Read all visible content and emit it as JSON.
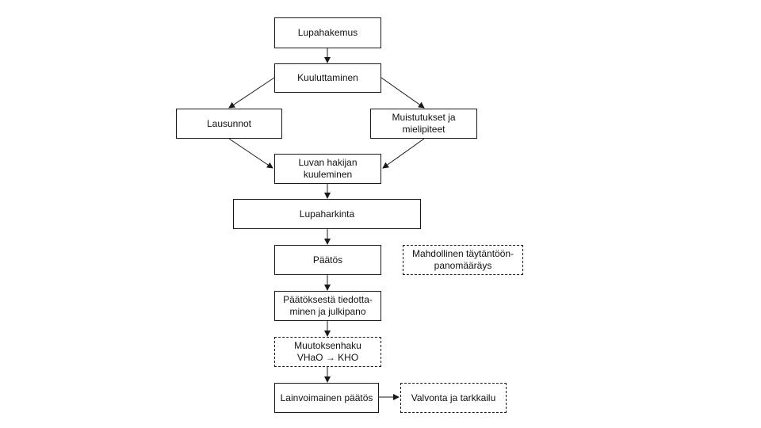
{
  "diagram": {
    "nodes": {
      "lupahakemus": "Lupahakemus",
      "kuuluttaminen": "Kuuluttaminen",
      "lausunnot": "Lausunnot",
      "muistutukset": "Muistutukset ja\nmielipiteet",
      "kuuleminen": "Luvan hakijan\nkuuleminen",
      "lupaharkinta": "Lupaharkinta",
      "paatos": "Päätös",
      "taytantoonpano": "Mahdollinen täytäntöön-\npanomääräys",
      "tiedottaminen": "Päätöksestä tiedotta-\nminen ja julkipano",
      "muutoksenhaku": "Muutoksenhaku\nVHaO → KHO",
      "lainvoimainen": "Lainvoimainen päätös",
      "valvonta": "Valvonta ja tarkkailu"
    },
    "dashed_nodes": [
      "taytantoonpano",
      "muutoksenhaku",
      "valvonta"
    ],
    "edges": [
      [
        "lupahakemus",
        "kuuluttaminen"
      ],
      [
        "kuuluttaminen",
        "lausunnot"
      ],
      [
        "kuuluttaminen",
        "muistutukset"
      ],
      [
        "lausunnot",
        "kuuleminen"
      ],
      [
        "muistutukset",
        "kuuleminen"
      ],
      [
        "kuuleminen",
        "lupaharkinta"
      ],
      [
        "lupaharkinta",
        "paatos"
      ],
      [
        "paatos",
        "tiedottaminen"
      ],
      [
        "tiedottaminen",
        "muutoksenhaku"
      ],
      [
        "muutoksenhaku",
        "lainvoimainen"
      ],
      [
        "lainvoimainen",
        "valvonta"
      ]
    ]
  }
}
